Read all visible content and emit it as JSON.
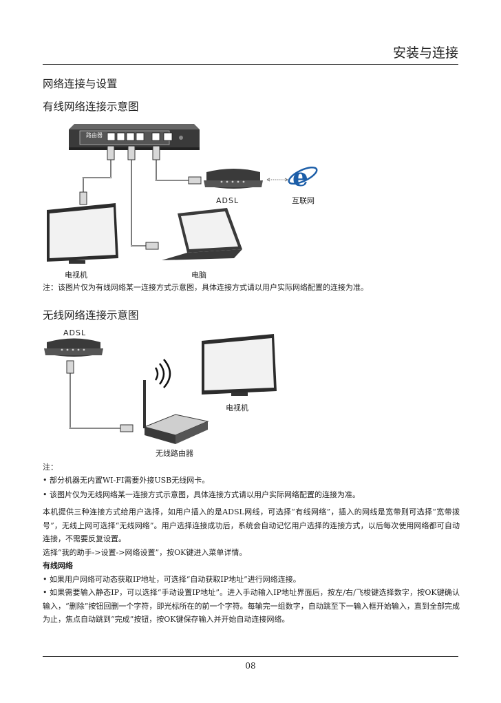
{
  "header": {
    "title": "安装与连接"
  },
  "section": {
    "title": "网络连接与设置"
  },
  "wired": {
    "title": "有线网络连接示意图",
    "router_label": "路由器",
    "adsl_label": "ADSL",
    "internet_label": "互联网",
    "tv_label": "电视机",
    "pc_label": "电脑",
    "note": "注：该图片仅为有线网络某一连接方式示意图，具体连接方式请以用户实际网络配置的连接为准。"
  },
  "wireless": {
    "title": "无线网络连接示意图",
    "adsl_label": "ADSL",
    "tv_label": "电视机",
    "router_label": "无线路由器",
    "note_head": "注：",
    "bullets": [
      "• 部分机器无内置WI-FI需要外接USB无线网卡。",
      "• 该图片仅为无线网络某一连接方式示意图，具体连接方式请以用户实际网络配置的连接为准。"
    ]
  },
  "body": {
    "para1": "本机提供三种连接方式给用户选择，如用户插入的是ADSL网线，可选择“有线网络”，插入的网线是宽带则可选择“宽带拨号”，无线上网可选择“无线网络”。用户选择连接成功后，系统会自动记忆用户选择的连接方式，以后每次使用网络都可自动连接，不需要反复设置。",
    "para2": "选择“我的助手->设置->网络设置”，按OK键进入菜单详情。",
    "subhead": "有线网络",
    "bullet1": "• 如果用户网络可动态获取IP地址，可选择“自动获取IP地址”进行网络连接。",
    "bullet2": "• 如果需要输入静态IP，可以选择“手动设置IP地址”。进入手动输入IP地址界面后，按左/右/飞梭键选择数字，按OK键确认输入，“删除”按钮回删一个字符，即光标所在的前一个字符。每输完一组数字，自动跳至下一输入框开始输入，直到全部完成为止，焦点自动跳到“完成”按钮，按OK键保存输入并开始自动连接网络。"
  },
  "footer": {
    "page": "08"
  },
  "colors": {
    "ie_blue": "#1c5ea8",
    "device_dark": "#3a3a3a",
    "screen": "#f2f2f2"
  }
}
